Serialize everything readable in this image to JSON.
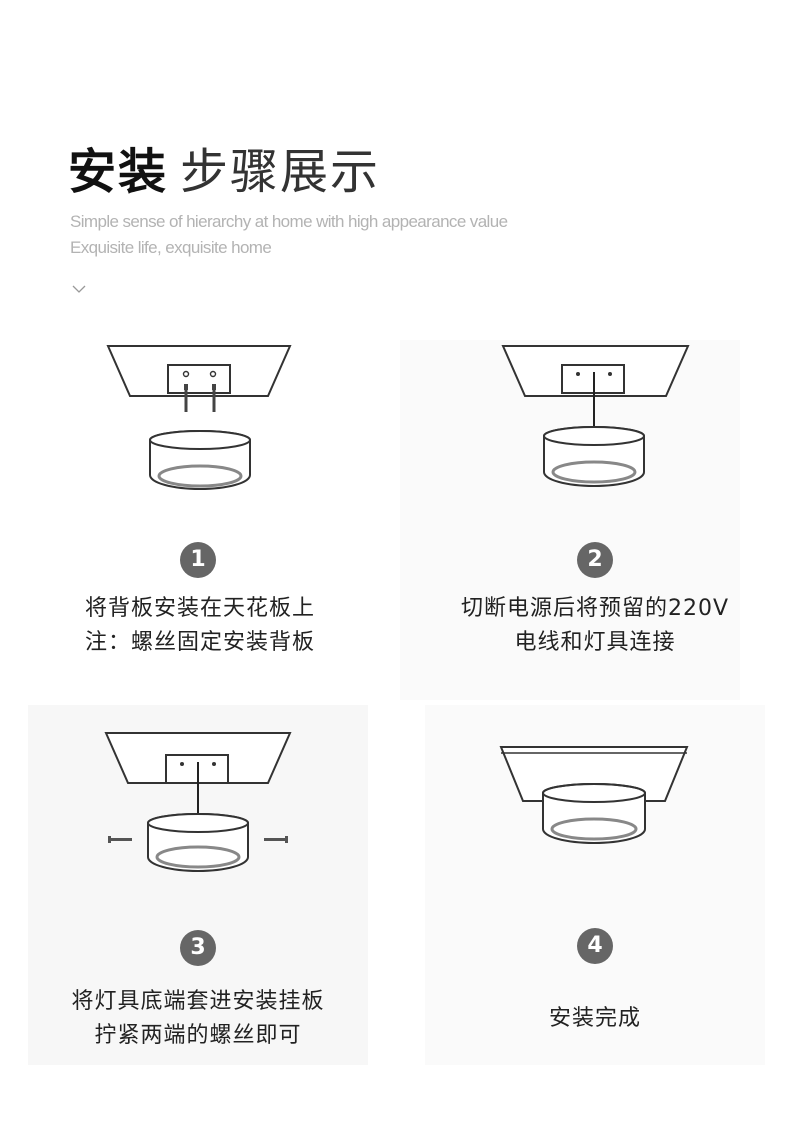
{
  "header": {
    "title_bold": "安装",
    "title_light": "步骤展示",
    "subtitle_line1": "Simple sense of hierarchy at home with high appearance value",
    "subtitle_line2": "Exquisite life, exquisite home",
    "chevron_icon": "chevron-down-icon"
  },
  "steps": [
    {
      "number": "1",
      "lines": [
        "将背板安装在天花板上",
        "注：螺丝固定安装背板"
      ]
    },
    {
      "number": "2",
      "lines": [
        "切断电源后将预留的220V",
        "电线和灯具连接"
      ]
    },
    {
      "number": "3",
      "lines": [
        "将灯具底端套进安装挂板",
        "拧紧两端的螺丝即可"
      ]
    },
    {
      "number": "4",
      "lines": [
        "安装完成"
      ]
    }
  ],
  "colors": {
    "badge": "#666666",
    "subtitle": "#b3b3b3",
    "text": "#222222"
  }
}
